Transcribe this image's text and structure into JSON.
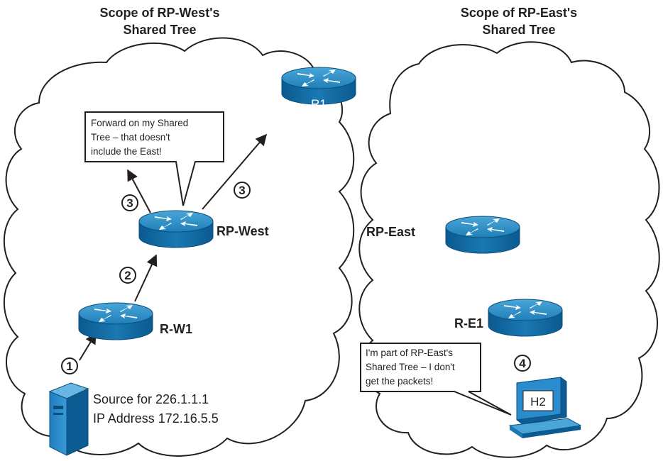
{
  "titles": {
    "west_line1": "Scope of RP-West's",
    "west_line2": "Shared Tree",
    "east_line1": "Scope of RP-East's",
    "east_line2": "Shared Tree"
  },
  "routers": {
    "r1": "R1",
    "rp_west": "RP-West",
    "r_w1": "R-W1",
    "rp_east": "RP-East",
    "r_e1": "R-E1"
  },
  "callouts": {
    "west_line1": "Forward on my Shared",
    "west_line2": "Tree – that doesn't",
    "west_line3": "include the East!",
    "east_line1": "I'm part of RP-East's",
    "east_line2": "Shared Tree – I don't",
    "east_line3": "get the packets!"
  },
  "source": {
    "line1": "Source for 226.1.1.1",
    "line2": "IP Address 172.16.5.5"
  },
  "host": {
    "label": "H2"
  },
  "steps": {
    "s1": "1",
    "s2": "2",
    "s3a": "3",
    "s3b": "3",
    "s4": "4"
  },
  "colors": {
    "router_top": "#2f8fc6",
    "router_side": "#0b5f94",
    "outline": "#231f20"
  }
}
